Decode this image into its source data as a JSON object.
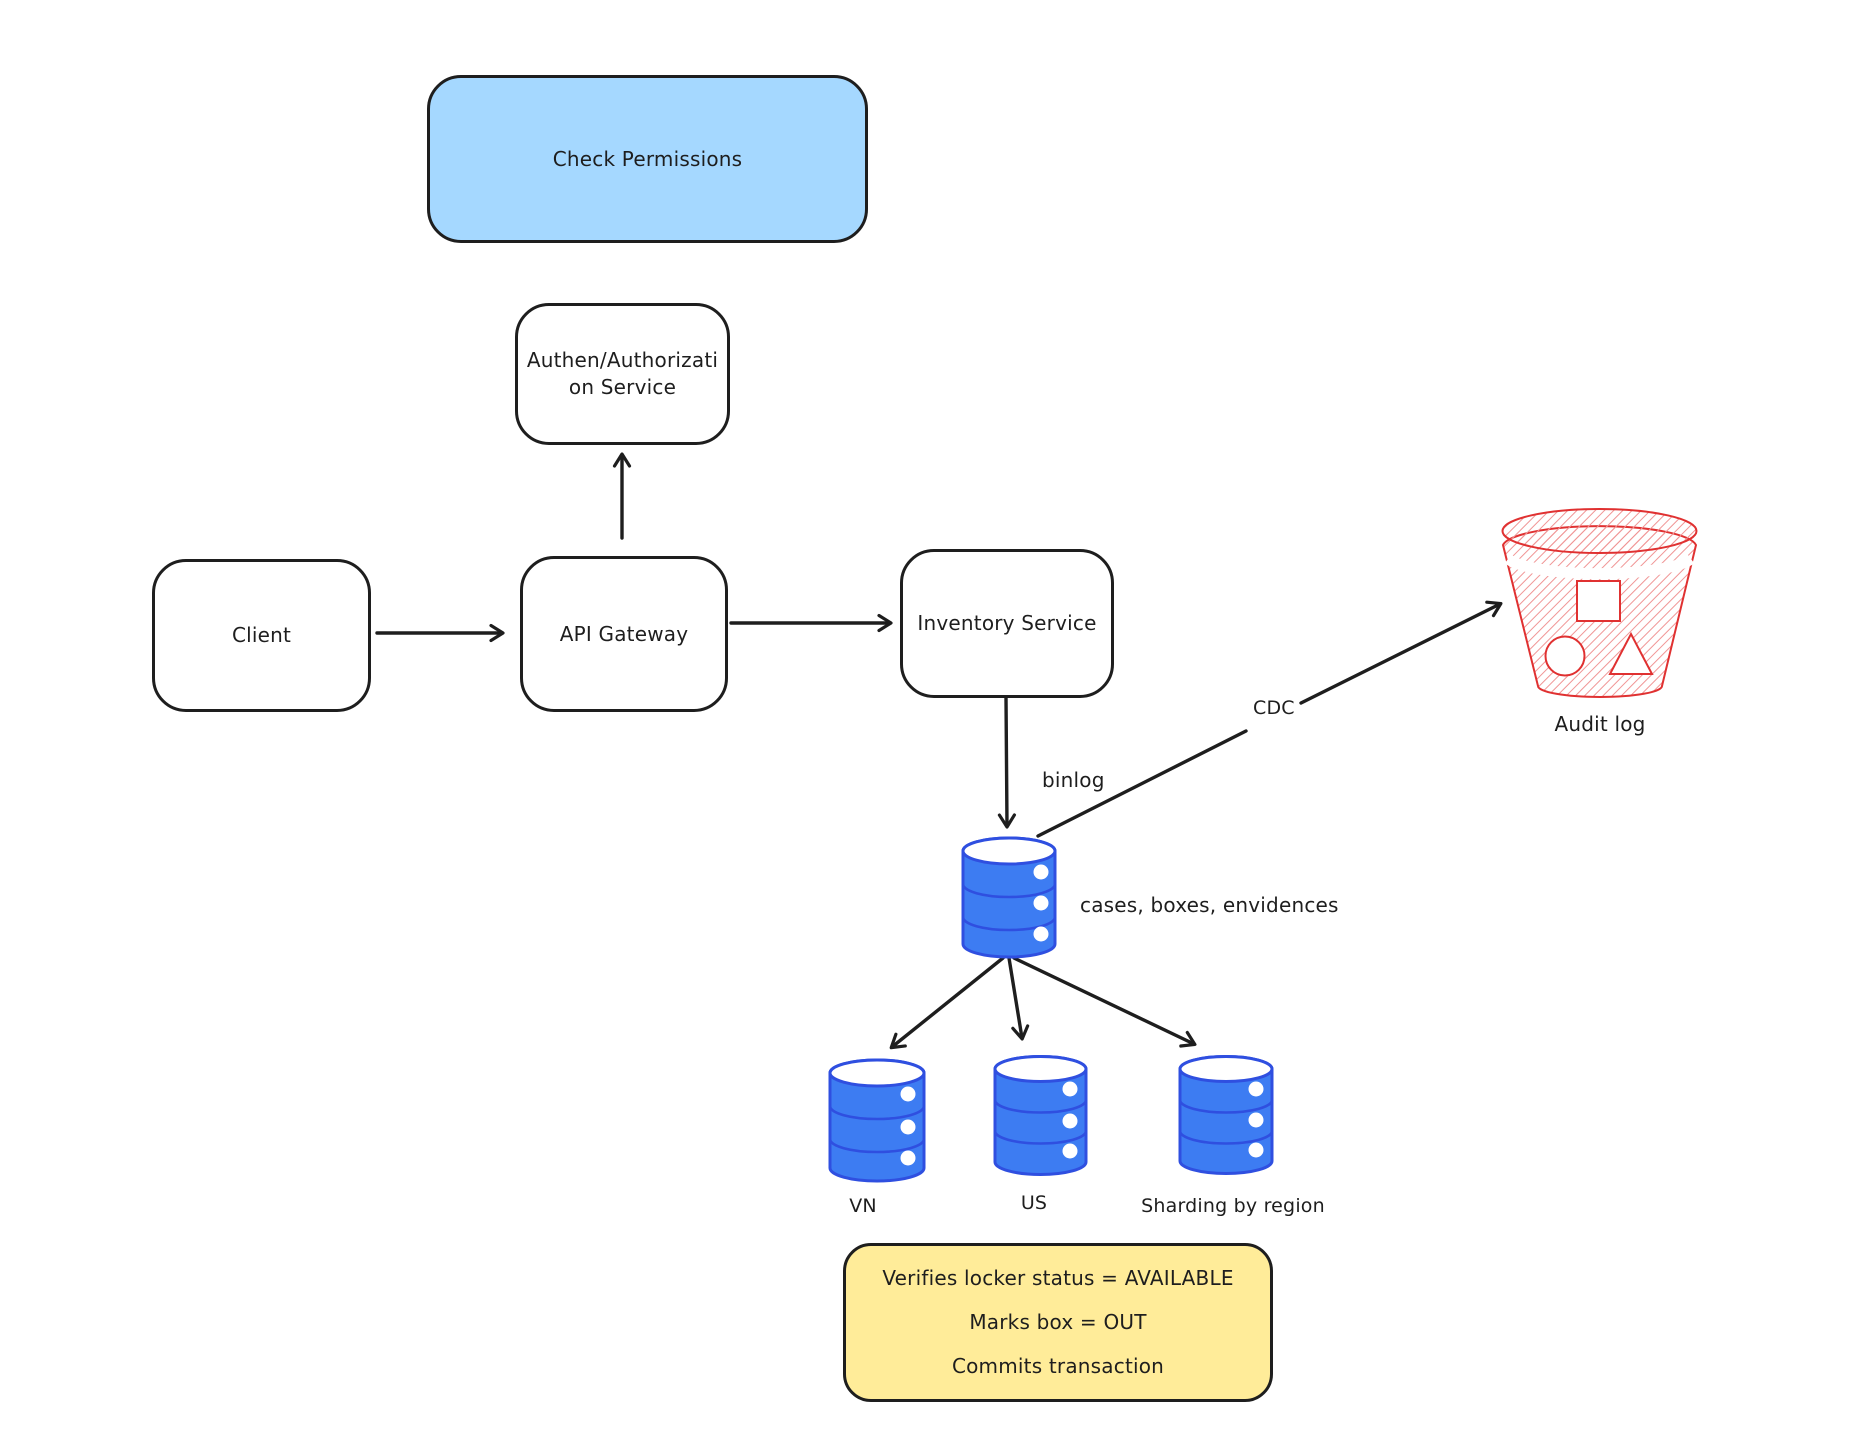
{
  "colors": {
    "ink": "#1e1e1e",
    "canvas": "#ffffff",
    "box-blue": "#a5d8ff",
    "note-yellow": "#ffec99",
    "db-fill": "#3d7cf2",
    "db-stroke": "#2f4fe0",
    "audit-red": "#e03131",
    "audit-hatch": "#f09595"
  },
  "nodes": {
    "check_permissions": {
      "label": "Check Permissions"
    },
    "auth_service": {
      "line1": "Authen/Authorizati",
      "line2": "on Service"
    },
    "client": {
      "label": "Client"
    },
    "api_gateway": {
      "label": "API Gateway"
    },
    "inventory_service": {
      "label": "Inventory Service"
    }
  },
  "edges": {
    "binlog": {
      "label": "binlog"
    },
    "cdc": {
      "label": "CDC"
    }
  },
  "databases": {
    "main": {
      "label": "cases, boxes, envidences"
    },
    "shards": [
      {
        "label": "VN"
      },
      {
        "label": "US"
      },
      {
        "label": "Sharding by region"
      }
    ]
  },
  "audit_log": {
    "label": "Audit log"
  },
  "note": {
    "line1": "Verifies locker status = AVAILABLE",
    "line2": "Marks box = OUT",
    "line3": "Commits transaction"
  }
}
